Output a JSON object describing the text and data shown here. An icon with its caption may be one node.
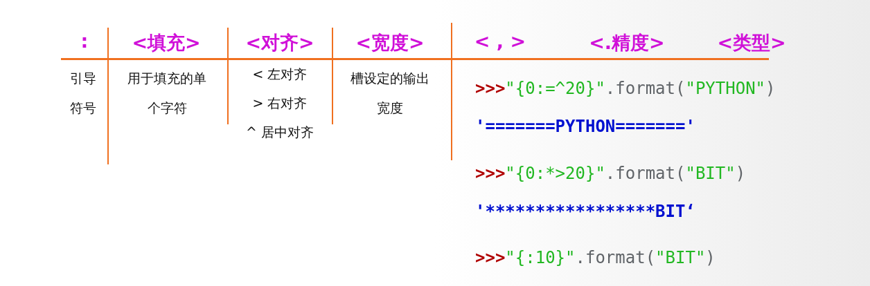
{
  "diagram": {
    "labels": [
      ":",
      "<填充>",
      "<对齐>",
      "<宽度>",
      "< , >",
      "<.精度>",
      "<类型>",
      "引导符号",
      "用于填充的单个字符",
      "< 左对齐",
      "> 右对齐",
      "^ 居中对齐",
      "槽设定的输出宽度",
      ">>>\"{0:=^20}\".format(\"PYTHON\")",
      "'=======PYTHON======='",
      ">>>\"{0:*>20}\".format(\"BIT\")",
      "'*****************BIT‘",
      ">>>\"{:10}\".format(\"BIT\")"
    ]
  }
}
